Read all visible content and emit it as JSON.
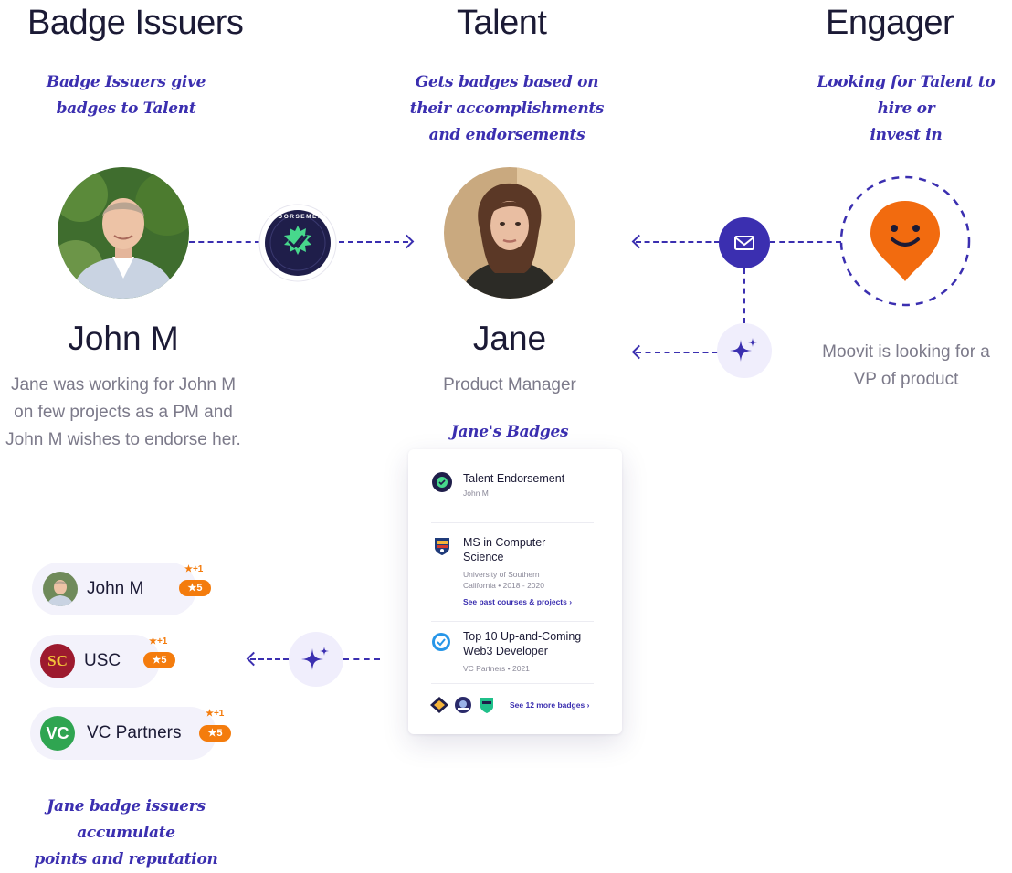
{
  "columns": {
    "issuers": {
      "title": "Badge Issuers",
      "note_line1": "Badge Issuers give",
      "note_line2": "badges to Talent"
    },
    "talent": {
      "title": "Talent",
      "note_line1": "Gets badges based on",
      "note_line2": "their accomplishments",
      "note_line3": "and endorsements"
    },
    "engager": {
      "title": "Engager",
      "note_line1": "Looking for Talent to hire or",
      "note_line2": "invest in"
    }
  },
  "issuer": {
    "name": "John M",
    "desc_line1": "Jane was working for John M",
    "desc_line2": "on few projects as a PM and",
    "desc_line3": "John M wishes to endorse her."
  },
  "endorsement_seal": {
    "text": "ENDORSEMENT",
    "icon": "double-check-icon"
  },
  "talent": {
    "name": "Jane",
    "role": "Product Manager",
    "badges_heading": "Jane's Badges"
  },
  "engager": {
    "desc_line1": "Moovit is looking for a",
    "desc_line2": "VP of product",
    "logo_icon": "smiley-pin-icon"
  },
  "badges": [
    {
      "title": "Talent Endorsement",
      "sub1": "John M"
    },
    {
      "title_line1": "MS in Computer",
      "title_line2": "Science",
      "sub1": "University of Southern",
      "sub2": "California • 2018 - 2020",
      "link": "See past courses & projects ›"
    },
    {
      "title_line1": "Top 10 Up-and-Coming",
      "title_line2": "Web3 Developer",
      "sub1": "VC Partners • 2021"
    }
  ],
  "more_badges_link": "See 12 more badges ›",
  "issuer_pills": [
    {
      "label": "John M",
      "points": "5",
      "plus": "+1"
    },
    {
      "label": "USC",
      "points": "5",
      "plus": "+1",
      "logo_text": "SC"
    },
    {
      "label": "VC Partners",
      "points": "5",
      "plus": "+1",
      "logo_text": "VC"
    }
  ],
  "footer_note": {
    "line1": "Jane badge issuers accumulate",
    "line2": "points and reputation"
  },
  "colors": {
    "accent": "#3b2fb0",
    "orange": "#f47c0d",
    "usc": "#9d1a2e",
    "vc": "#2fa551",
    "text": "#1b1a35",
    "muted": "#7c7a8a"
  }
}
